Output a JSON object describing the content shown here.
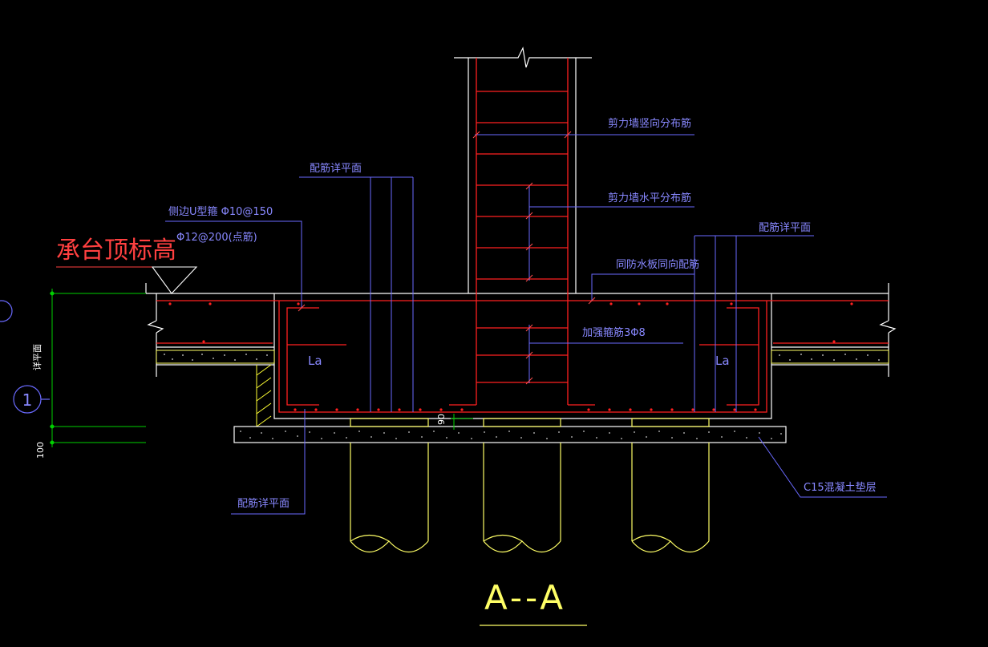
{
  "drawing": {
    "title": "A--A",
    "elevation_label": "承台顶标高",
    "axis_marker": "1",
    "left_dim_text": "详平面",
    "left_dim_value": "100",
    "gap_dim_value": "90",
    "la_left": "La",
    "la_right": "La"
  },
  "annotations": {
    "wall_vertical": "剪力墙竖向分布筋",
    "wall_horizontal": "剪力墙水平分布筋",
    "rebar_top_left": "配筋详平面",
    "rebar_top_right": "配筋详平面",
    "u_stirrup_line1": "侧边U型箍 Φ10@150",
    "u_stirrup_line2": "Φ12@200(点筋)",
    "waterproof_board": "同防水板同向配筋",
    "added_stirrup": "加强箍筋3Φ8",
    "rebar_bottom": "配筋详平面",
    "concrete_cushion": "C15混凝土垫层"
  },
  "colors": {
    "background": "#000000",
    "outline": "#ffffff",
    "rebar": "#ff2020",
    "leader": "#6a6aff",
    "text_blue": "#8888ff",
    "pile": "#ffff66",
    "elevation_text": "#ff4040",
    "dimension": "#00d000",
    "hatch": "#ffff33"
  }
}
